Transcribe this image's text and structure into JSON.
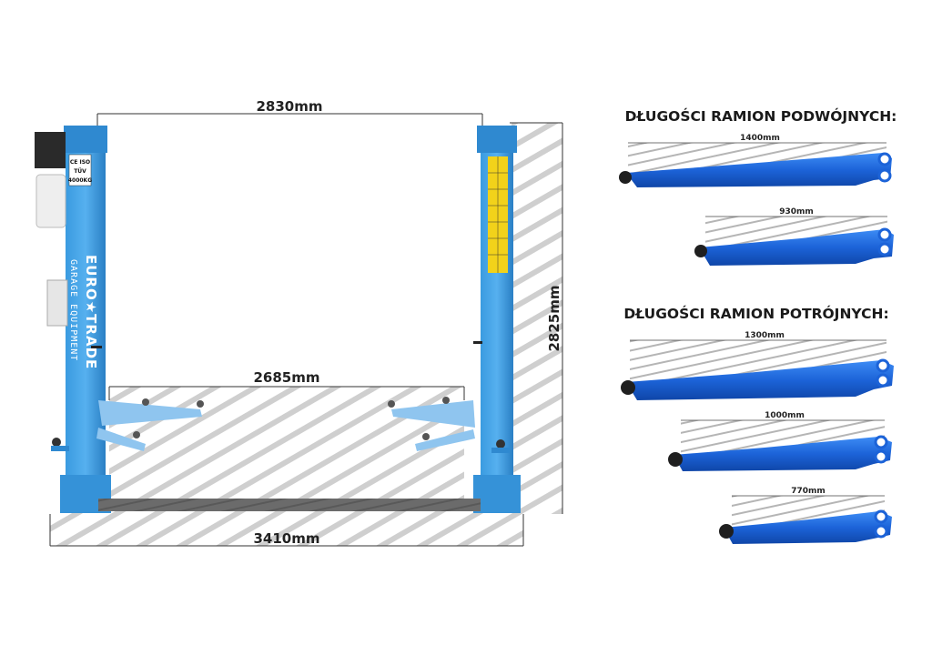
{
  "lift": {
    "dimensions": {
      "top_width": "2830mm",
      "inner_width": "2685mm",
      "base_width": "3410mm",
      "height": "2825mm"
    },
    "brand": {
      "name": "EURO★TRADE",
      "subtitle": "GARAGE EQUIPMENT"
    },
    "labels": {
      "ce": "CE ISO",
      "tuv": "TÜV",
      "capacity": "4000KG"
    },
    "colors": {
      "column_blue": "#2e8fd6",
      "arm_blue": "#1f6fe0",
      "hatch": "#c9c9c9",
      "warning_yellow": "#f2d21a"
    }
  },
  "double_arms": {
    "heading": "DŁUGOŚCI RAMION PODWÓJNYCH:",
    "items": [
      {
        "length": "1400mm"
      },
      {
        "length": "930mm"
      }
    ]
  },
  "triple_arms": {
    "heading": "DŁUGOŚCI RAMION POTRÓJNYCH:",
    "items": [
      {
        "length": "1300mm"
      },
      {
        "length": "1000mm"
      },
      {
        "length": "770mm"
      }
    ]
  }
}
